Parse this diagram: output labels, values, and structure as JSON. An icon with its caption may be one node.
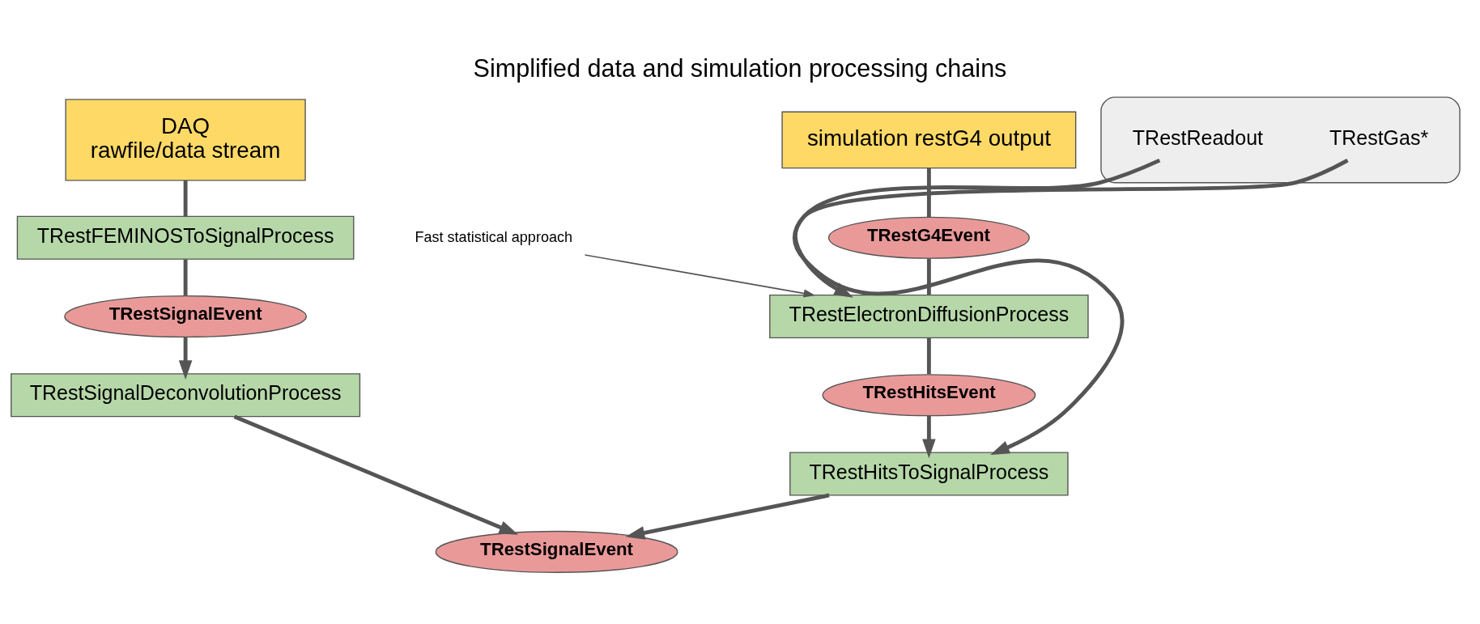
{
  "diagram": {
    "title": "Simplified data and simulation processing chains",
    "nodes": [
      {
        "text": [
          "simulation restG4 output"
        ]
      },
      {
        "text": [
          "TRestG4Event"
        ]
      },
      {
        "text": [
          "TRestElectronDiffusionProcess"
        ]
      },
      {
        "text": [
          "TRestHitsEvent"
        ]
      },
      {
        "text": [
          "TRestHitsToSignalProcess"
        ]
      },
      {
        "text": [
          "TRestSignalEvent"
        ]
      },
      {
        "text": [],
        "shape": "box"
      },
      {
        "text": [
          "TRestGas*"
        ],
        "in": 6
      },
      {
        "text": [
          "TRestReadout"
        ],
        "in": 6
      },
      {
        "text": [
          "DAQ",
          "rawfile/data stream"
        ]
      },
      {
        "text": [
          "TRestFEMINOSToSignalProcess"
        ]
      },
      {
        "text": [
          "TRestSignalEvent"
        ]
      },
      {
        "text": [
          "TRestSignalDeconvolutionProcess"
        ]
      },
      {
        "text": [
          "Fast statistical approach"
        ]
      }
    ],
    "edges": [
      {
        "from": 0,
        "to": 1,
        "arrow": "none"
      },
      {
        "from": 1,
        "to": 2,
        "arrow": "none"
      },
      {
        "from": 2,
        "to": 3,
        "arrow": "none"
      },
      {
        "from": 3,
        "to": 4,
        "arrow": "to"
      },
      {
        "from": 7,
        "to": 2,
        "arrow": "to"
      },
      {
        "from": 8,
        "to": 4,
        "arrow": "to"
      },
      {
        "from": 4,
        "to": 5,
        "arrow": "to"
      },
      {
        "from": 12,
        "to": 5,
        "arrow": "to"
      },
      {
        "from": 9,
        "to": 10,
        "arrow": "none"
      },
      {
        "from": 10,
        "to": 11,
        "arrow": "none"
      },
      {
        "from": 11,
        "to": 12,
        "arrow": "to"
      },
      {
        "from": 13,
        "to": 2,
        "arrow": "to"
      }
    ]
  }
}
